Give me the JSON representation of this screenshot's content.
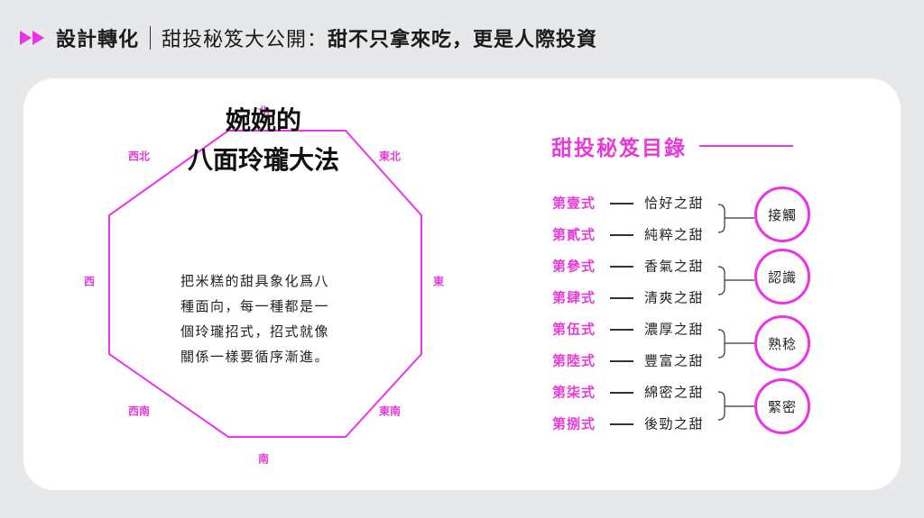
{
  "header": {
    "section": "設計轉化",
    "title_part1": "甜投秘笈大公開：",
    "title_part2": "甜不只拿來吃，更是人際投資"
  },
  "octagon": {
    "directions": {
      "north": "北",
      "northeast": "東北",
      "east": "東",
      "southeast": "東南",
      "south": "南",
      "southwest": "西南",
      "west": "西",
      "northwest": "西北"
    },
    "title_line1": "婉婉的",
    "title_line2": "八面玲瓏大法",
    "description_lines": [
      "把米糕的甜具象化爲八",
      "種面向，每一種都是一",
      "個玲瓏招式，招式就像",
      "關係一樣要循序漸進。"
    ]
  },
  "toc": {
    "title": "甜投秘笈目錄",
    "items": [
      {
        "label": "第壹式",
        "name": "恰好之甜"
      },
      {
        "label": "第貳式",
        "name": "純粹之甜"
      },
      {
        "label": "第參式",
        "name": "香氣之甜"
      },
      {
        "label": "第肆式",
        "name": "清爽之甜"
      },
      {
        "label": "第伍式",
        "name": "濃厚之甜"
      },
      {
        "label": "第陸式",
        "name": "豐富之甜"
      },
      {
        "label": "第柒式",
        "name": "綿密之甜"
      },
      {
        "label": "第捌式",
        "name": "後勁之甜"
      }
    ],
    "stages": [
      "接觸",
      "認識",
      "熟稔",
      "緊密"
    ]
  },
  "colors": {
    "accent": "#e63ad9",
    "background": "#e6e8ea",
    "card": "#ffffff"
  }
}
